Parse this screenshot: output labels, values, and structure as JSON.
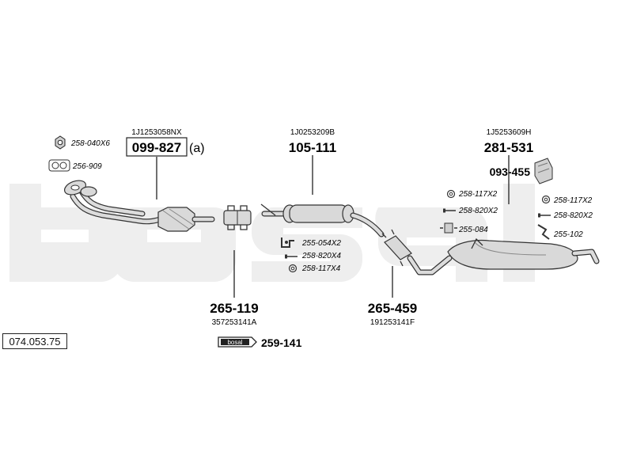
{
  "watermark": "bosal",
  "catalog_number": "074.053.75",
  "parts": {
    "front_pipe": {
      "oe": "1J1253058NX",
      "number": "099-827",
      "suffix": "(a)"
    },
    "middle_silencer": {
      "oe": "1J0253209B",
      "number": "105-111"
    },
    "rear_silencer": {
      "oe": "1J5253609H",
      "number": "281-531"
    },
    "mount": {
      "number": "093-455"
    },
    "clamp_front": {
      "oe": "357253141A",
      "number": "265-119"
    },
    "clamp_rear": {
      "oe": "191253141F",
      "number": "265-459"
    },
    "paste": {
      "label": "bosal",
      "number": "259-141"
    }
  },
  "accessories": {
    "nut": "258-040X6",
    "gasket": "256-909",
    "mid_bracket": "255-054X2",
    "mid_bolt": "258-820X4",
    "mid_nut": "258-117X4",
    "rear_nut_left": "258-117X2",
    "rear_bolt_left": "258-820X2",
    "rear_hanger_left": "255-084",
    "rear_nut_right": "258-117X2",
    "rear_bolt_right": "258-820X2",
    "rear_hanger_right": "255-102"
  }
}
